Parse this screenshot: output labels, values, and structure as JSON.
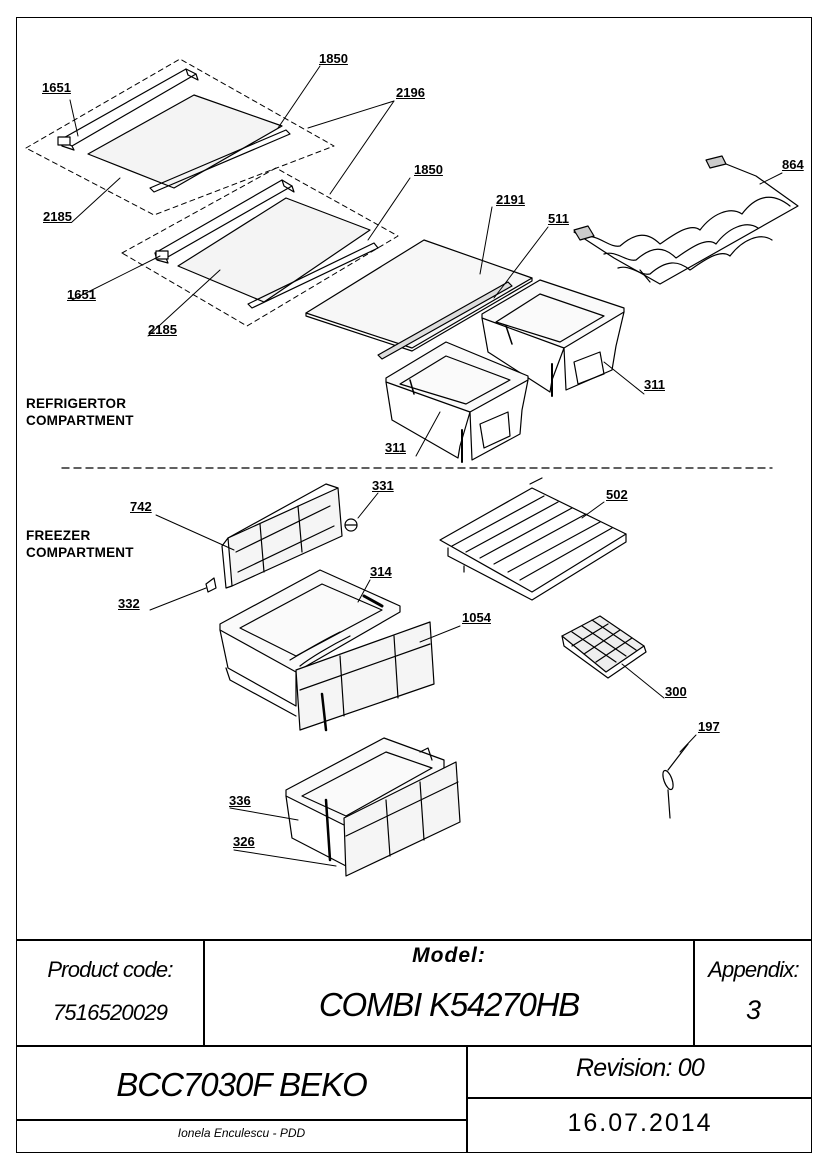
{
  "sections": {
    "refrigerator": [
      "REFRIGERTOR",
      "COMPARTMENT"
    ],
    "freezer": [
      "FREEZER",
      "COMPARTMENT"
    ]
  },
  "labels": {
    "p1651a": "1651",
    "p1850a": "1850",
    "p2196": "2196",
    "p2185a": "2185",
    "p1850b": "1850",
    "p1651b": "1651",
    "p2185b": "2185",
    "p2191": "2191",
    "p511": "511",
    "p864": "864",
    "p311a": "311",
    "p311b": "311",
    "p331": "331",
    "p742": "742",
    "p502": "502",
    "p332": "332",
    "p314": "314",
    "p1054": "1054",
    "p300": "300",
    "p197": "197",
    "p336": "336",
    "p326": "326"
  },
  "title_block": {
    "product_code_label": "Product code:",
    "product_code": "7516520029",
    "model_label": "Model:",
    "model": "COMBI K54270HB",
    "appendix_label": "Appendix:",
    "appendix": "3",
    "brand_model": "BCC7030F BEKO",
    "revision": "Revision: 00",
    "author": "Ionela Enculescu - PDD",
    "date": "16.07.2014"
  }
}
